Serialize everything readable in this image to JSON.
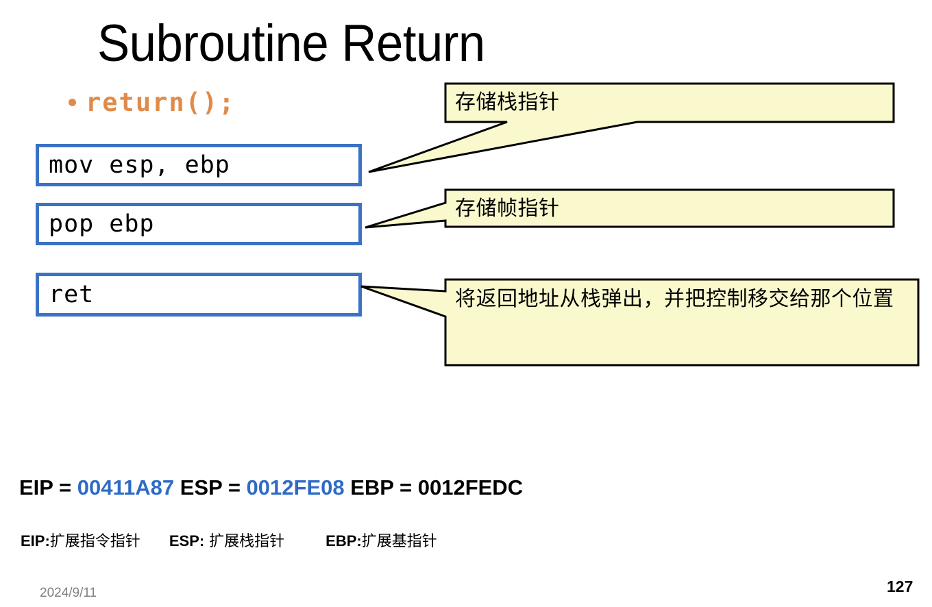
{
  "slide": {
    "title": "Subroutine Return",
    "bullet": {
      "marker": "bullet-dot",
      "text": "return();"
    },
    "instructions": [
      {
        "text": "mov esp, ebp"
      },
      {
        "text": "pop ebp"
      },
      {
        "text": "ret"
      }
    ],
    "callouts": [
      {
        "text": "存储栈指针"
      },
      {
        "text": "存储帧指针"
      },
      {
        "text": "将返回地址从栈弹出，并把控制移交给那个位置"
      }
    ],
    "registers": {
      "eip_label": "EIP = ",
      "eip_value": "00411A87",
      "esp_label": " ESP = ",
      "esp_value": "0012FE08",
      "ebp_label": " EBP = ",
      "ebp_value": "0012FEDC"
    },
    "legend": [
      {
        "key": "EIP:",
        "desc": "扩展指令指针"
      },
      {
        "key": "ESP:",
        "desc": " 扩展栈指针"
      },
      {
        "key": "EBP:",
        "desc": "扩展基指针"
      }
    ],
    "footer": {
      "date": "2024/9/11",
      "page": "127"
    },
    "colors": {
      "accent_orange": "#E08B4B",
      "box_border_blue": "#3B72C4",
      "register_blue": "#2E6BC6",
      "callout_fill": "#FAF8CD",
      "callout_border": "#000000",
      "footer_gray": "#808080"
    }
  }
}
